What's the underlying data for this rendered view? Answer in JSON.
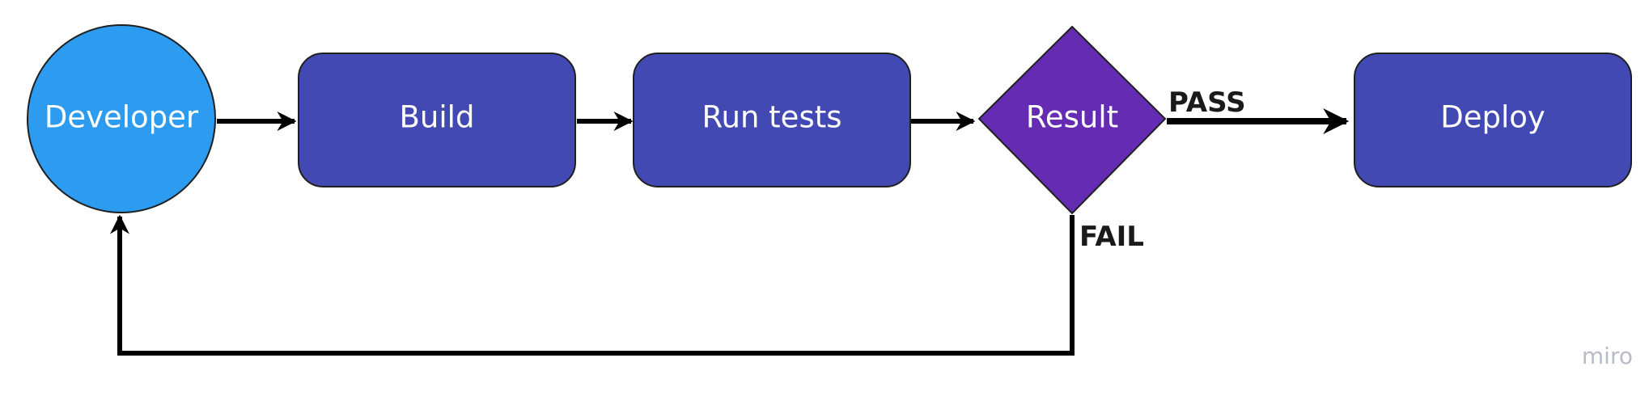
{
  "diagram": {
    "nodes": {
      "developer": {
        "label": "Developer",
        "shape": "circle",
        "color": "#2d9bf0"
      },
      "build": {
        "label": "Build",
        "shape": "rounded-rectangle",
        "color": "#4249b3"
      },
      "run_tests": {
        "label": "Run tests",
        "shape": "rounded-rectangle",
        "color": "#4249b3"
      },
      "result": {
        "label": "Result",
        "shape": "diamond",
        "color": "#652cb3"
      },
      "deploy": {
        "label": "Deploy",
        "shape": "rounded-rectangle",
        "color": "#4249b3"
      }
    },
    "edges": [
      {
        "from": "developer",
        "to": "build",
        "label": ""
      },
      {
        "from": "build",
        "to": "run_tests",
        "label": ""
      },
      {
        "from": "run_tests",
        "to": "result",
        "label": ""
      },
      {
        "from": "result",
        "to": "deploy",
        "label": "PASS"
      },
      {
        "from": "result",
        "to": "developer",
        "label": "FAIL"
      }
    ],
    "edge_labels": {
      "pass": "PASS",
      "fail": "FAIL"
    },
    "watermark": "miro"
  },
  "colors": {
    "circle": "#2d9bf0",
    "process": "#4249b3",
    "decision": "#652cb3",
    "stroke": "#1f1f1f",
    "watermark": "#b9bcc8"
  }
}
